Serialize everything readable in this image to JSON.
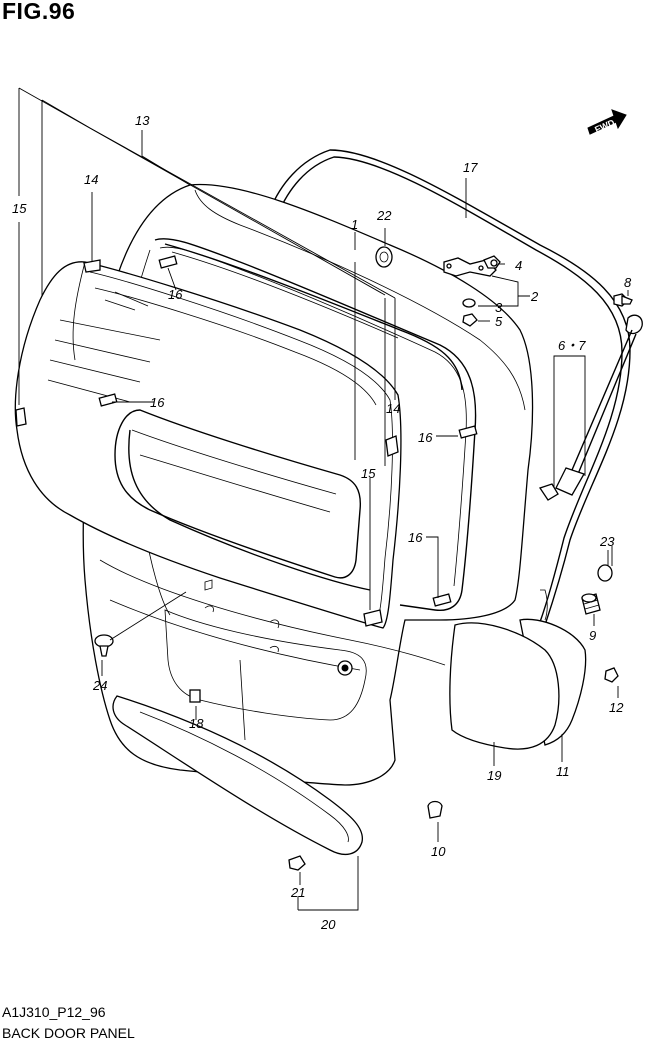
{
  "figure": {
    "title": "FIG.96",
    "drawing_code": "A1J310_P12_96",
    "caption": "BACK DOOR PANEL",
    "direction_marker": "FWD"
  },
  "callouts": {
    "c1": "1",
    "c2": "2",
    "c3": "3",
    "c4": "4",
    "c5": "5",
    "c67": "6・7",
    "c8": "8",
    "c9": "9",
    "c10": "10",
    "c11": "11",
    "c12": "12",
    "c13": "13",
    "c14a": "14",
    "c14b": "14",
    "c15a": "15",
    "c15b": "15",
    "c16a": "16",
    "c16b": "16",
    "c16c": "16",
    "c16d": "16",
    "c17": "17",
    "c18": "18",
    "c19": "19",
    "c20": "20",
    "c21": "21",
    "c22": "22",
    "c23": "23",
    "c24": "24"
  }
}
